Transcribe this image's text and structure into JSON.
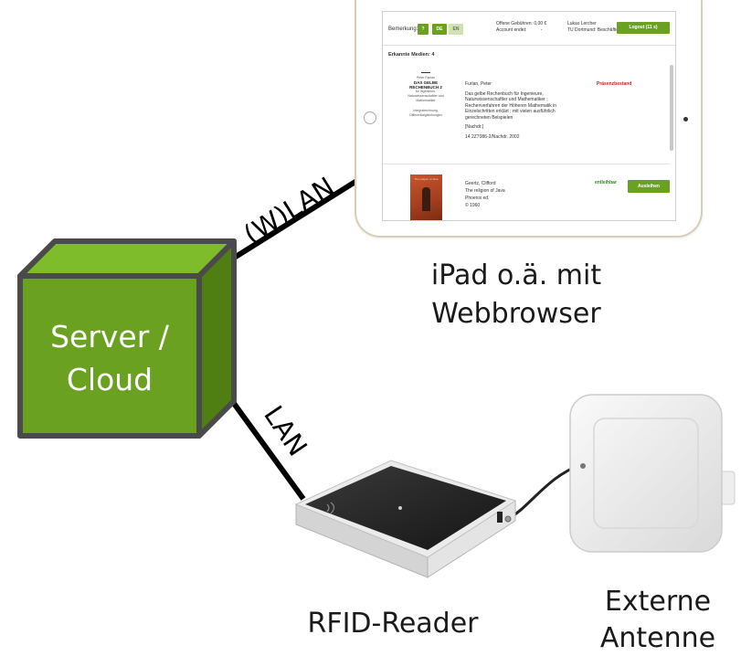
{
  "server": {
    "label_line1": "Server /",
    "label_line2": "Cloud"
  },
  "connections": {
    "wlan_label": "(W)LAN",
    "lan_label": "LAN"
  },
  "ipad": {
    "label_line1": "iPad o.ä. mit",
    "label_line2": "Webbrowser",
    "screen": {
      "bemerkung_label": "Bemerkung:",
      "help_button": "?",
      "lang_de": "DE",
      "lang_en": "EN",
      "fees_line1": "Offene Gebühren: 0,00 €",
      "fees_line2": "Account endet:",
      "fees_value": "-",
      "user_line1": "Lukas Lercher",
      "user_line2": "TU Dortmund: Beschäftigte",
      "logout_button": "Logout (11 s)",
      "media_count": "Erkannte Medien: 4",
      "item1": {
        "cover_line1": "Peter Fanian",
        "cover_title": "DAS GELBE RECHENBUCH 2",
        "cover_line2": "für Ingenieure, Naturwissenschaftler und Mathematiker",
        "cover_line3": "Integralrechnung, Differentialgleichungen",
        "author": "Furlan, Peter",
        "title": "Das gelbe Rechenbuch für Ingenieure, Naturwissenschaftler und Mathematiker ; Rechenverfahren der Höheren Mathematik in Einzelschritten erklärt ; mit vielen ausführlich gerechneten Beispielen",
        "edition": "[Nachdr.]",
        "signature": "14 2Z7086-2/Nachdr. 2002",
        "status": "Präsenzbestand"
      },
      "item2": {
        "cover_title": "The religion of Java",
        "author": "Geertz, Clifford",
        "title": "The religion of Java",
        "edition": "Phoenix ed.",
        "year": "© 1960",
        "status": "entleihbar",
        "borrow_button": "Ausleihen"
      }
    }
  },
  "reader": {
    "label": "RFID-Reader"
  },
  "antenna": {
    "label_line1": "Externe",
    "label_line2": "Antenne"
  },
  "colors": {
    "cube_front": "#6aa121",
    "cube_top": "#7fbc2c",
    "cube_side": "#4f7f12",
    "cube_edge": "#4a4a4a",
    "line": "#000000",
    "ui_green": "#6aa121",
    "status_red": "#d32020",
    "status_green": "#2e8b1e"
  }
}
